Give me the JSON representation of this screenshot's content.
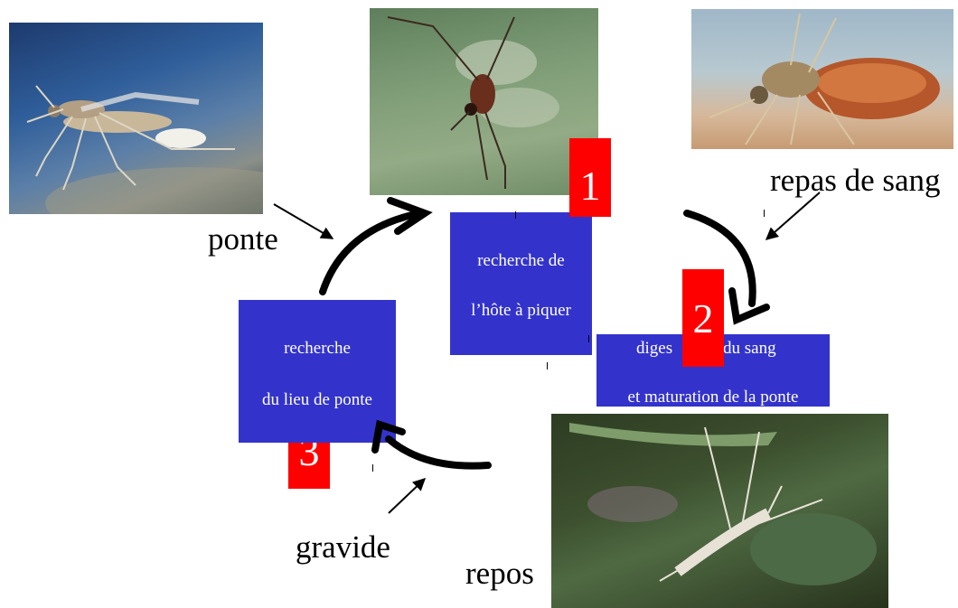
{
  "stages": {
    "stage1": {
      "number": "1",
      "line1": "recherche de",
      "line2": "l’hôte à piquer"
    },
    "stage2": {
      "number": "2",
      "line1_left": "diges",
      "line1_right": "du sang",
      "line2": "et maturation de la ponte"
    },
    "stage3": {
      "number": "3",
      "line1": "recherche",
      "line2": "du lieu de ponte"
    }
  },
  "labels": {
    "ponte": "ponte",
    "repas_de_sang": "repas de sang",
    "gravide": "gravide",
    "repos": "repos"
  },
  "colors": {
    "stage_box": "#3333cc",
    "stage_number": "#ff0000",
    "arrow": "#000000"
  },
  "icons": [
    "mosquito-laying-eggs-photo",
    "mosquito-in-flight-photo",
    "mosquito-blood-meal-photo",
    "mosquito-resting-photo"
  ]
}
